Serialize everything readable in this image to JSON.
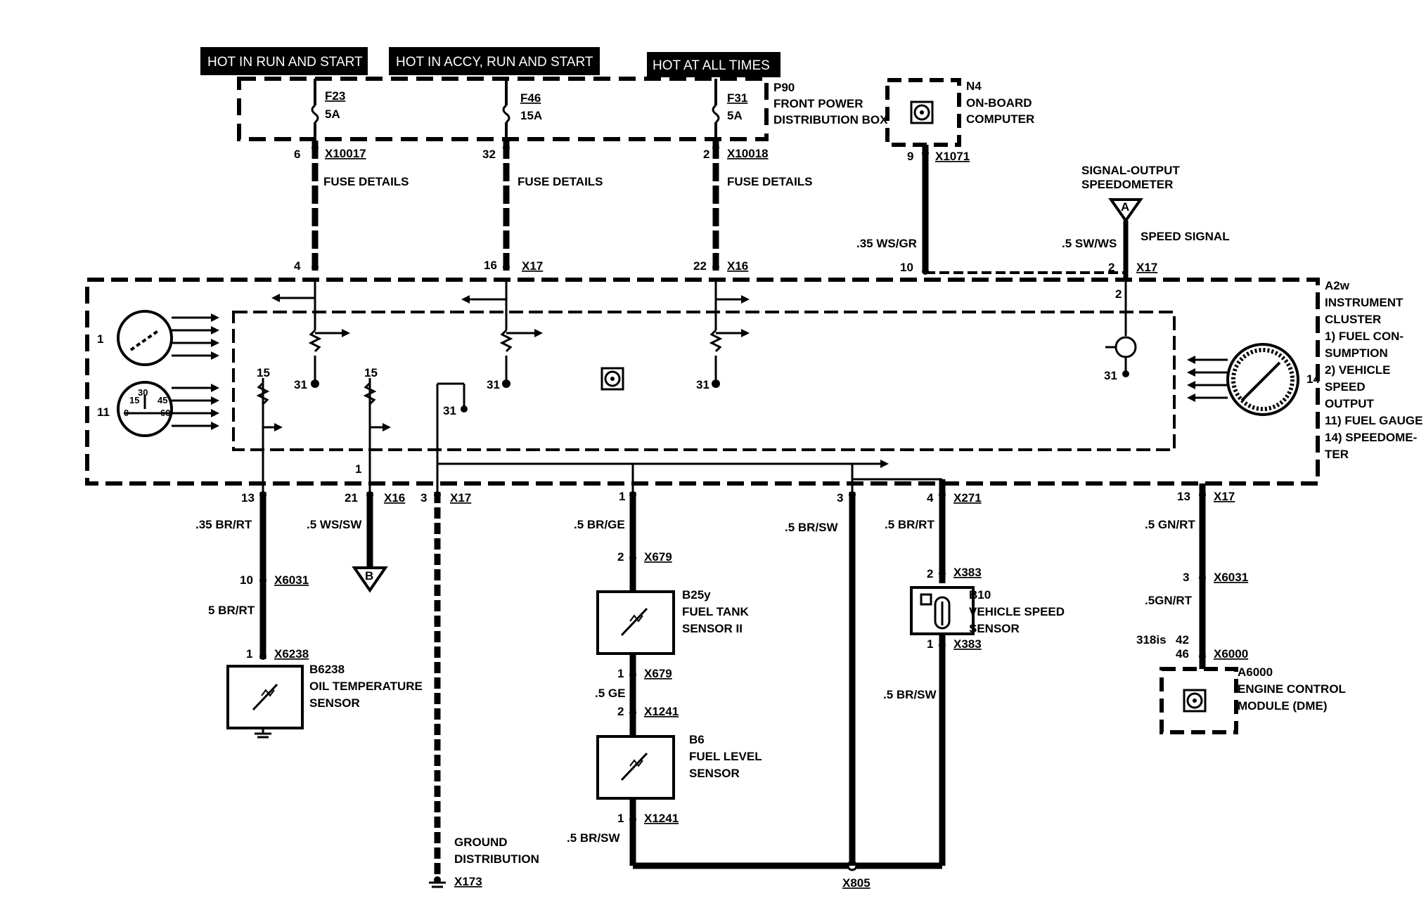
{
  "headers": {
    "hot_run_start": "HOT IN RUN AND START",
    "hot_accy": "HOT IN ACCY, RUN AND START",
    "hot_all": "HOT AT ALL TIMES"
  },
  "fuses": {
    "f23": {
      "name": "F23",
      "rating": "5A"
    },
    "f46": {
      "name": "F46",
      "rating": "15A"
    },
    "f31": {
      "name": "F31",
      "rating": "5A"
    }
  },
  "p90": {
    "code": "P90",
    "line1": "FRONT POWER",
    "line2": "DISTRIBUTION BOX"
  },
  "n4": {
    "code": "N4",
    "line1": "ON-BOARD",
    "line2": "COMPUTER"
  },
  "connectors": {
    "x10017": "X10017",
    "x10018": "X10018",
    "x1071": "X1071",
    "x17": "X17",
    "x16": "X16",
    "x271": "X271",
    "x6031": "X6031",
    "x6238": "X6238",
    "x679": "X679",
    "x1241": "X1241",
    "x383": "X383",
    "x6000": "X6000",
    "x173": "X173",
    "x805": "X805"
  },
  "pins": {
    "p6": "6",
    "p32": "32",
    "p2": "2",
    "p9": "9",
    "p10": "10",
    "p4": "4",
    "p16": "16",
    "p22": "22",
    "p31": "31",
    "p15": "15",
    "p1": "1",
    "p13": "13",
    "p21": "21",
    "p3": "3",
    "p42": "42",
    "p46": "46",
    "g1": "1",
    "g11": "11",
    "g14": "14",
    "g30": "30",
    "g45": "45",
    "g60": "60",
    "g0": "0"
  },
  "fuse_details": "FUSE DETAILS",
  "signal_output": {
    "line1": "SIGNAL-OUTPUT",
    "line2": "SPEEDOMETER",
    "marker": "A",
    "signal": "SPEED SIGNAL"
  },
  "wires": {
    "ws_gr": ".35 WS/GR",
    "sw_ws": ".5 SW/WS",
    "br_rt_35": ".35 BR/RT",
    "ws_sw": ".5 WS/SW",
    "br_ge": ".5 BR/GE",
    "br_sw": ".5 BR/SW",
    "br_rt_5": ".5 BR/RT",
    "gn_rt_1": ".5 GN/RT",
    "br_rt_plain": "5 BR/RT",
    "ge": ".5 GE",
    "gn_rt_2": ".5GN/RT",
    "s318": "318is",
    "br_sw_b": ".5 BR/SW",
    "br_sw_c": ".5 BR/SW"
  },
  "marker_b": "B",
  "a2w": {
    "code": "A2w",
    "title1": "INSTRUMENT",
    "title2": "CLUSTER",
    "legend": [
      "1)  FUEL CON-",
      "     SUMPTION",
      "2)  VEHICLE",
      "     SPEED",
      "     OUTPUT",
      "11) FUEL GAUGE",
      "14) SPEEDOME-",
      "     TER"
    ]
  },
  "components": {
    "b6238": {
      "code": "B6238",
      "line1": "OIL TEMPERATURE",
      "line2": "SENSOR"
    },
    "b25y": {
      "code": "B25y",
      "line1": "FUEL TANK",
      "line2": "SENSOR II"
    },
    "b6": {
      "code": "B6",
      "line1": "FUEL LEVEL",
      "line2": "SENSOR"
    },
    "b10": {
      "code": "B10",
      "line1": "VEHICLE SPEED",
      "line2": "SENSOR"
    },
    "a6000": {
      "code": "A6000",
      "line1": "ENGINE CONTROL",
      "line2": "MODULE (DME)"
    },
    "ground": {
      "line1": "GROUND",
      "line2": "DISTRIBUTION"
    }
  }
}
